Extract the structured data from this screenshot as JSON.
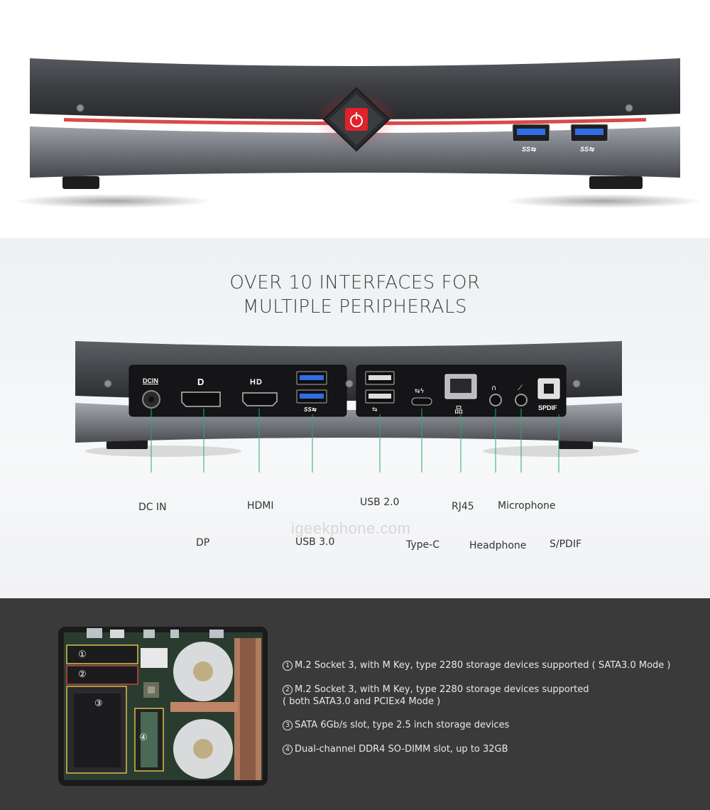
{
  "front": {
    "usb_ports": [
      {
        "logo": "SS"
      },
      {
        "logo": "SS"
      }
    ]
  },
  "ports_section": {
    "headline_line1": "OVER 10 INTERFACES FOR",
    "headline_line2": "MULTIPLE PERIPHERALS",
    "panel_text": {
      "dcin": "DCIN",
      "dp": "D",
      "hd": "HD",
      "spdif": "SPDIF"
    },
    "labels": {
      "dc_in": "DC IN",
      "dp": "DP",
      "hdmi": "HDMI",
      "usb30": "USB 3.0",
      "usb20": "USB 2.0",
      "typec": "Type-C",
      "rj45": "RJ45",
      "headphone": "Headphone",
      "microphone": "Microphone",
      "spdif": "S/PDIF"
    },
    "watermark": "igeekphone.com"
  },
  "inside_section": {
    "board_markers": [
      "①",
      "②",
      "③",
      "④"
    ],
    "features": [
      {
        "num": "1",
        "text": "M.2 Socket 3, with M Key, type 2280 storage devices supported ( SATA3.0 Mode )"
      },
      {
        "num": "2",
        "line1": "M.2 Socket 3, with M Key, type 2280 storage devices supported",
        "line2": "( both SATA3.0 and PCIEx4 Mode )"
      },
      {
        "num": "3",
        "text": "SATA 6Gb/s slot, type 2.5 inch storage devices"
      },
      {
        "num": "4",
        "text": "Dual-channel DDR4 SO-DIMM slot, up to 32GB"
      }
    ]
  },
  "colors": {
    "accent_red": "#e0222a",
    "leader_green": "#28a878",
    "dark_bg": "#3a3a3a"
  }
}
